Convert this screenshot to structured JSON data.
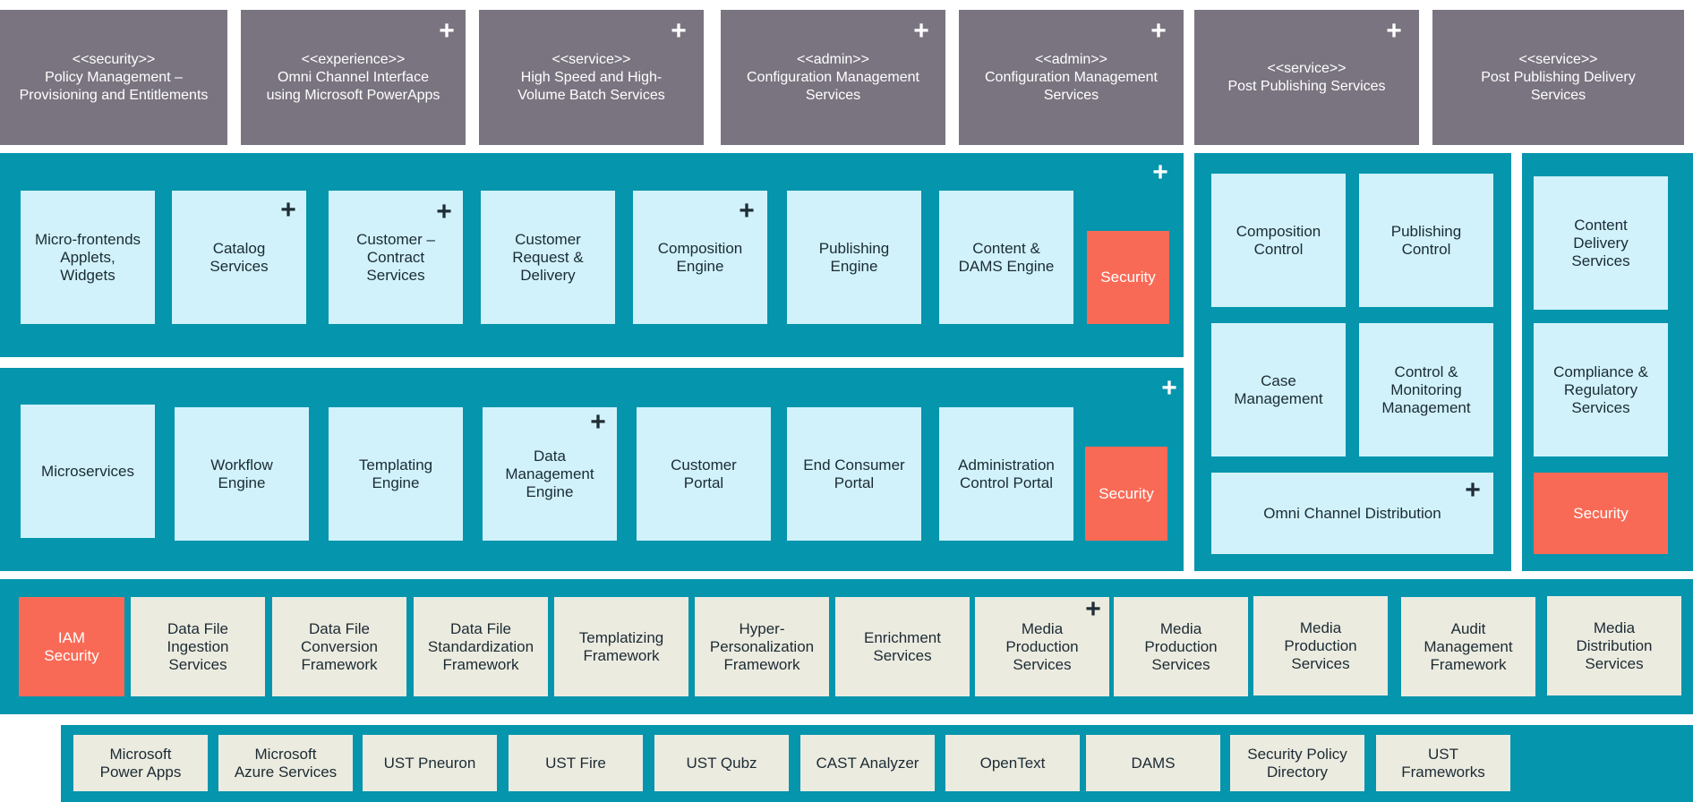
{
  "header_row": [
    {
      "label": "<<security>>\nPolicy Management  –\nProvisioning and Entitlements",
      "expandable": false
    },
    {
      "label": "<<experience>>\nOmni Channel Interface\nusing Microsoft PowerApps",
      "expandable": true
    },
    {
      "label": "<<service>>\nHigh Speed and High-\nVolume Batch Services",
      "expandable": true
    },
    {
      "label": "<<admin>>\nConfiguration Management\nServices",
      "expandable": true
    },
    {
      "label": "<<admin>>\nConfiguration Management\nServices",
      "expandable": true
    },
    {
      "label": "<<service>>\nPost Publishing Services",
      "expandable": true
    },
    {
      "label": "<<service>>\nPost Publishing Delivery\nServices",
      "expandable": false
    }
  ],
  "experience_row": {
    "items": [
      {
        "label": "Micro-frontends\nApplets,\nWidgets",
        "expandable": false
      },
      {
        "label": "Catalog\nServices",
        "expandable": true
      },
      {
        "label": "Customer –\nContract\nServices",
        "expandable": true
      },
      {
        "label": "Customer\nRequest  &\nDelivery",
        "expandable": false
      },
      {
        "label": "Composition\nEngine",
        "expandable": true
      },
      {
        "label": "Publishing\nEngine",
        "expandable": false
      },
      {
        "label": "Content  &\nDAMS Engine",
        "expandable": false
      }
    ],
    "security": "Security"
  },
  "service_row": {
    "items": [
      {
        "label": "Microservices",
        "expandable": false
      },
      {
        "label": "Workflow\nEngine",
        "expandable": false
      },
      {
        "label": "Templating\nEngine",
        "expandable": false
      },
      {
        "label": "Data\nManagement\nEngine",
        "expandable": true
      },
      {
        "label": "Customer\nPortal",
        "expandable": false
      },
      {
        "label": "End Consumer\nPortal",
        "expandable": false
      },
      {
        "label": "Administration\nControl Portal",
        "expandable": false
      }
    ],
    "security": "Security"
  },
  "admin_panel": {
    "items": [
      {
        "label": "Composition\nControl"
      },
      {
        "label": "Publishing\nControl"
      },
      {
        "label": "Case\nManagement"
      },
      {
        "label": "Control  &\nMonitoring\nManagement"
      }
    ],
    "omni": {
      "label": "Omni Channel Distribution",
      "expandable": true
    }
  },
  "delivery_panel": {
    "items": [
      {
        "label": "Content\nDelivery\nServices"
      },
      {
        "label": "Compliance  &\nRegulatory\nServices"
      }
    ],
    "security": "Security"
  },
  "data_row": {
    "iam": "IAM\nSecurity",
    "items": [
      {
        "label": "Data File\nIngestion\nServices",
        "expandable": false
      },
      {
        "label": "Data File\nConversion\nFramework",
        "expandable": false
      },
      {
        "label": "Data File\nStandardization\nFramework",
        "expandable": false
      },
      {
        "label": "Templatizing\nFramework",
        "expandable": false
      },
      {
        "label": "Hyper-\nPersonalization\nFramework",
        "expandable": false
      },
      {
        "label": "Enrichment\nServices",
        "expandable": false
      },
      {
        "label": "Media\nProduction\nServices",
        "expandable": true
      },
      {
        "label": "Media\nProduction\nServices",
        "expandable": false
      },
      {
        "label": "Media\nProduction\nServices",
        "expandable": false
      },
      {
        "label": "Audit\nManagement\nFramework",
        "expandable": false
      },
      {
        "label": "Media\nDistribution\nServices",
        "expandable": false
      }
    ]
  },
  "platform_row": [
    {
      "label": "Microsoft\nPower Apps"
    },
    {
      "label": "Microsoft\nAzure Services"
    },
    {
      "label": "UST Pneuron"
    },
    {
      "label": "UST Fire"
    },
    {
      "label": "UST Qubz"
    },
    {
      "label": "CAST Analyzer"
    },
    {
      "label": "OpenText"
    },
    {
      "label": "DAMS"
    },
    {
      "label": "Security Policy\nDirectory"
    },
    {
      "label": "UST\nFrameworks"
    }
  ],
  "plus_symbol": "+",
  "colors": {
    "header": "#7a7480",
    "band": "#0595ad",
    "component": "#d1f2fb",
    "security": "#f96a56",
    "platform": "#ecebe0"
  }
}
